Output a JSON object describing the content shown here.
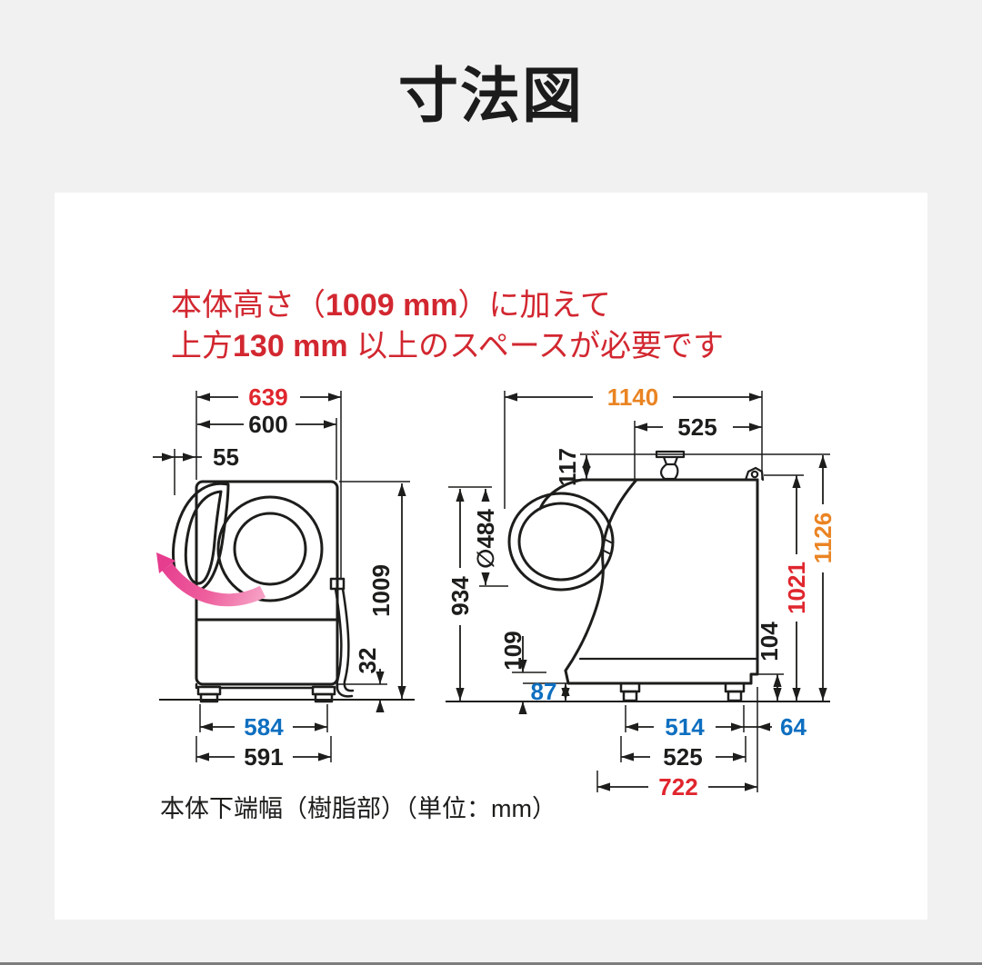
{
  "page": {
    "title": "寸法図"
  },
  "note": {
    "l1a": "本体高さ（",
    "l1b": "1009 mm",
    "l1c": "）に加えて",
    "l2a": "上方",
    "l2b": "130 mm",
    "l2c": " 以上のスペースが必要です"
  },
  "captions": {
    "bottom_width": "本体下端幅（樹脂部）",
    "unit": "（単位：mm）"
  },
  "colors": {
    "red": "#e0262e",
    "orange": "#ea8423",
    "blue": "#0e6fc0",
    "ink": "#1d1d1b",
    "note_red": "#d22730",
    "pink": "#ec4b93"
  },
  "front": {
    "total_width": "639",
    "body_width": "600",
    "door_protrusion": "55",
    "height": "1009",
    "base_height": "32",
    "plastic_width": "584",
    "bottom_width": "591"
  },
  "side": {
    "total_depth": "1140",
    "top_depth": "525",
    "faucet_height": "117",
    "door_diameter": "∅484",
    "front_height": "934",
    "front_base_height": "109",
    "plastic_base_height": "87",
    "total_height": "1126",
    "back_height": "1021",
    "back_base_height": "104",
    "feet_span": "514",
    "bottom_depth": "525",
    "base_depth": "722",
    "back_offset": "64"
  }
}
